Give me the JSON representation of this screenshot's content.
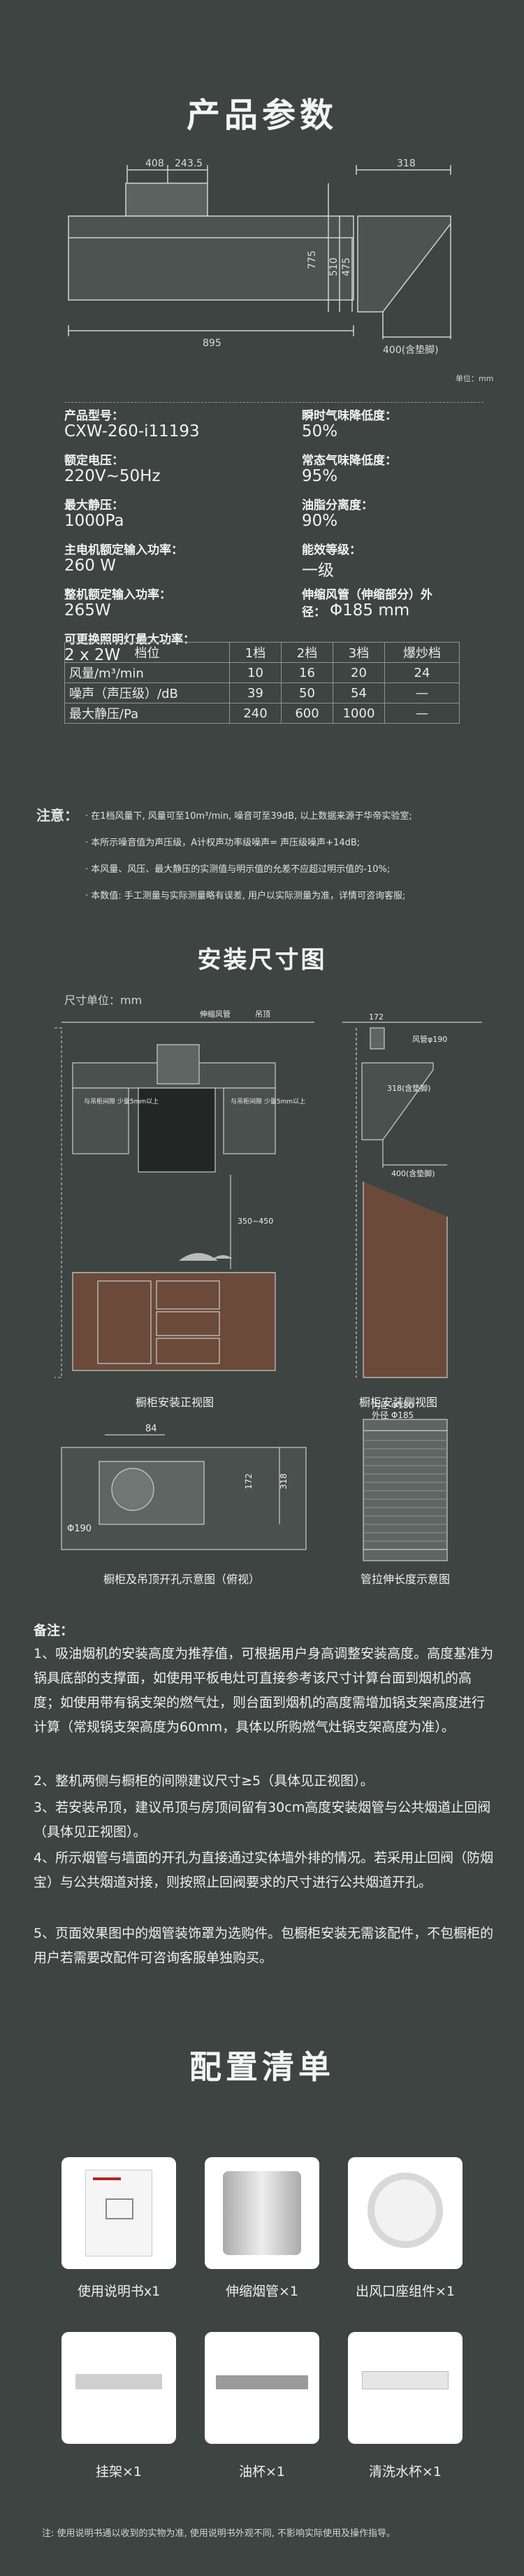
{
  "section1": {
    "title": "产品参数",
    "front_dims": {
      "top_left": "408",
      "top_mid": "243.5",
      "width": "895",
      "h1": "775",
      "h2": "510",
      "h3": "475"
    },
    "side_dims": {
      "top": "318",
      "bottom": "400(含垫脚)"
    },
    "unit": "单位：mm"
  },
  "params": [
    {
      "label": "产品型号：",
      "value": "CXW-260-i11193"
    },
    {
      "label": "瞬时气味降低度：",
      "value": "50%"
    },
    {
      "label": "额定电压：",
      "value": "220V~50Hz"
    },
    {
      "label": "常态气味降低度：",
      "value": "95%"
    },
    {
      "label": "最大静压：",
      "value": "1000Pa"
    },
    {
      "label": "油脂分离度：",
      "value": "90%"
    },
    {
      "label": "主电机额定输入功率：",
      "value": "260 W"
    },
    {
      "label": "能效等级：",
      "value": "一级"
    },
    {
      "label": "整机额定输入功率：",
      "value": "265W"
    },
    {
      "label": "伸缩风管（伸缩部分）外径：",
      "value": "Φ185  mm"
    },
    {
      "label": "可更换照明灯最大功率：",
      "value": "2 x 2W"
    }
  ],
  "spec_table": {
    "headers": [
      "档位",
      "1档",
      "2档",
      "3档",
      "爆炒档"
    ],
    "rows": [
      [
        "风量/m³/min",
        "10",
        "16",
        "20",
        "24"
      ],
      [
        "噪声（声压级）/dB",
        "39",
        "50",
        "54",
        "—"
      ],
      [
        "最大静压/Pa",
        "240",
        "600",
        "1000",
        "—"
      ]
    ]
  },
  "notes": {
    "head": "注意：",
    "lines": [
      "· 在1档风量下, 风量可至10m³/min, 噪音可至39dB, 以上数据来源于华帝实验室;",
      "· 本所示噪音值为声压级，A计权声功率级噪声= 声压级噪声+14dB;",
      "· 本风量、风压、最大静压的实测值与明示值的允差不应超过明示值的-10%;",
      "· 本数值: 手工测量与实际测量略有误差, 用户以实际测量为准，详情可咨询客服;"
    ]
  },
  "section2": {
    "title": "安装尺寸图",
    "unit_label": "尺寸单位：mm",
    "front": {
      "labels": [
        "伸缩风管",
        "吊顶",
        "与吊柜间隙\n少量5mm以上",
        "与吊柜间隙\n少量5mm以上",
        "350~450"
      ],
      "caption": "橱柜安装正视图"
    },
    "side": {
      "labels": [
        "172",
        "风管φ190",
        "318(含垫脚)",
        "400(含垫脚)"
      ],
      "caption": "橱柜安装侧视图"
    },
    "top": {
      "labels": [
        "84",
        "172",
        "318",
        "Φ190"
      ],
      "caption": "橱柜及吊顶开孔示意图（俯视）"
    },
    "duct": {
      "inner": "内径 Φ180",
      "outer": "外径 Φ185",
      "caption": "管拉伸长度示意图"
    }
  },
  "remarks": {
    "head": "备注：",
    "lines": [
      "1、吸油烟机的安装高度为推荐值，可根据用户身高调整安装高度。高度基准为锅具底部的支撑面，如使用平板电灶可直接参考该尺寸计算台面到烟机的高度；如使用带有锅支架的燃气灶，则台面到烟机的高度需增加锅支架高度进行计算（常规锅支架高度为60mm，具体以所购燃气灶锅支架高度为准）。",
      "2、整机两侧与橱柜的间隙建议尺寸≥5（具体见正视图）。",
      "3、若安装吊顶，建议吊顶与房顶间留有30cm高度安装烟管与公共烟道止回阀（具体见正视图）。",
      "4、所示烟管与墙面的开孔为直接通过实体墙外排的情况。若采用止回阀（防烟宝）与公共烟道对接，则按照止回阀要求的尺寸进行公共烟道开孔。",
      "5、页面效果图中的烟管装饰罩为选购件。包橱柜安装无需该配件，不包橱柜的用户若需要改配件可咨询客服单独购买。"
    ]
  },
  "section3": {
    "title": "配置清单",
    "items": [
      {
        "name": "使用说明书x1"
      },
      {
        "name": "伸缩烟管×1"
      },
      {
        "name": "出风口座组件×1"
      },
      {
        "name": "挂架×1"
      },
      {
        "name": "油杯×1"
      },
      {
        "name": "清洗水杯×1"
      }
    ],
    "footnote": "注: 使用说明书通以收到的实物为准, 使用说明书外观不同, 不影响实际使用及操作指导。"
  }
}
